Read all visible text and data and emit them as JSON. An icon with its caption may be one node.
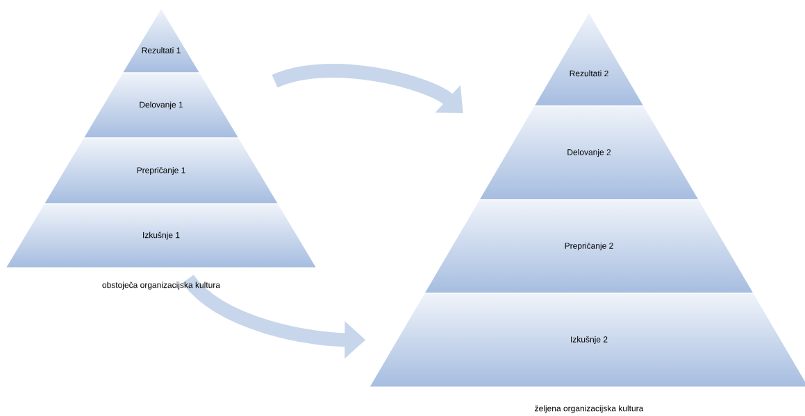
{
  "diagram": {
    "nodes": [
      {
        "text": [
          "Rezultati 1"
        ]
      },
      {
        "text": [
          "Delovanje 1"
        ]
      },
      {
        "text": [
          "Prepričanje 1"
        ]
      },
      {
        "text": [
          "Izkušnje 1"
        ]
      },
      {
        "text": [
          "Rezultati 2"
        ]
      },
      {
        "text": [
          "Delovanje 2"
        ]
      },
      {
        "text": [
          "Prepričanje 2"
        ]
      },
      {
        "text": [
          "Izkušnje 2"
        ]
      }
    ],
    "edges": [
      {
        "from": 1,
        "to": 5,
        "arrow": "to"
      },
      {
        "from": 3,
        "to": 7,
        "arrow": "to"
      }
    ],
    "labels": [
      "obstoječa organizacijska kultura",
      "željena organizacijska kultura"
    ]
  }
}
